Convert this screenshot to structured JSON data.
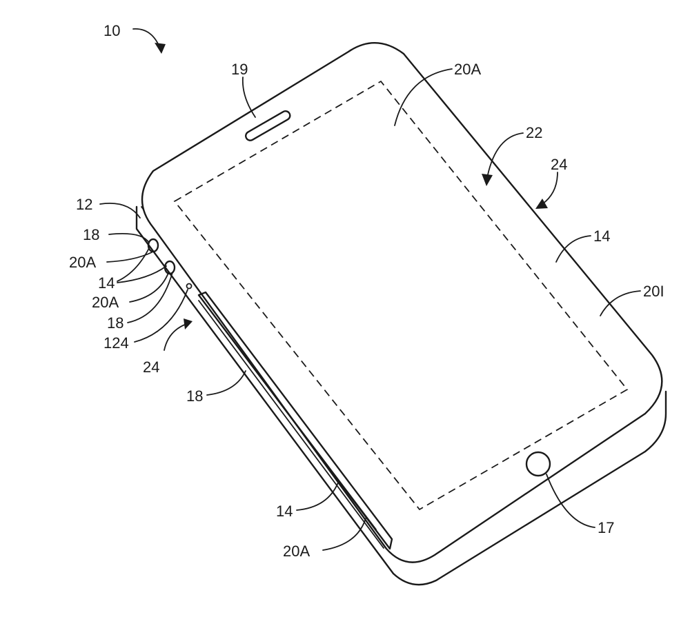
{
  "figure": {
    "ref_device": "10",
    "ref_housing": "12",
    "ref_button_17": "17",
    "ref_speaker": "19",
    "ref_display": "22",
    "ref_side_left": "24",
    "ref_side_right": "24",
    "ref_124": "124",
    "ref_14_top_right": "14",
    "ref_14_left": "14",
    "ref_14_bottom": "14",
    "ref_18_top": "18",
    "ref_18_mid": "18",
    "ref_18_low": "18",
    "ref_20A_top": "20A",
    "ref_20A_left_1": "20A",
    "ref_20A_left_2": "20A",
    "ref_20A_bottom": "20A",
    "ref_20I": "20I"
  }
}
